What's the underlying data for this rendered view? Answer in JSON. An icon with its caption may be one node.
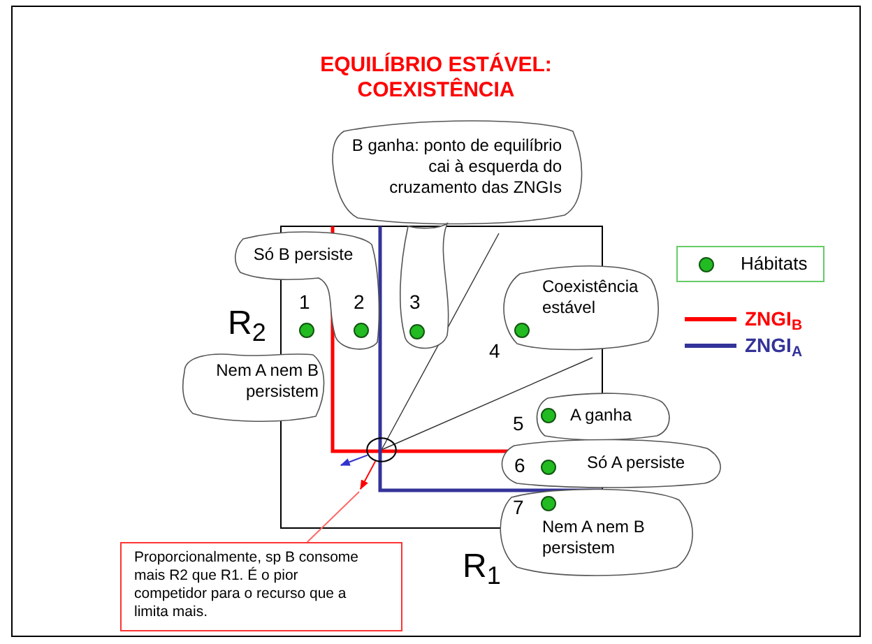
{
  "diagram": {
    "title": "EQUILÍBRIO ESTÁVEL: COEXISTÊNCIA",
    "nodes": [
      {
        "text": [
          "B ganha: ponto de equilíbrio cai à esquerda do cruzamento das ZNGIs"
        ]
      },
      {
        "text": [],
        "shape": "cloud"
      },
      {
        "text": [
          "Só B persiste"
        ]
      },
      {
        "text": [
          "Nem A nem B persistem"
        ]
      },
      {
        "text": [
          "Coexistência estável"
        ]
      },
      {
        "text": [
          "A ganha"
        ]
      },
      {
        "text": [
          "Só A persiste"
        ]
      },
      {
        "text": [
          "Nem A nem B persistem"
        ]
      },
      {
        "text": [
          "Proporcionalmente, sp B consome mais R2 que R1. É o pior competidor para o recurso que a limita mais."
        ]
      },
      {
        "text": [],
        "shape": "circle"
      }
    ],
    "edges": [
      {
        "from": 9,
        "to": null,
        "arrow": "to",
        "color": "#ff0000"
      },
      {
        "from": 9,
        "to": null,
        "arrow": "to",
        "color": "#3333cc"
      },
      {
        "from": 8,
        "to": null,
        "arrow": "none",
        "color": "#ff6666"
      }
    ],
    "labels": [
      "R$_{2}$",
      "1",
      "2",
      "3",
      "4",
      "5",
      "6",
      "7",
      "R$_{1}$"
    ],
    "legend": [
      {
        "text": "Hábitats",
        "color": "#22bb22"
      },
      {
        "text": "ZNGI$_{B}$"
      },
      {
        "text": "ZNGI$_{A}$"
      }
    ]
  }
}
